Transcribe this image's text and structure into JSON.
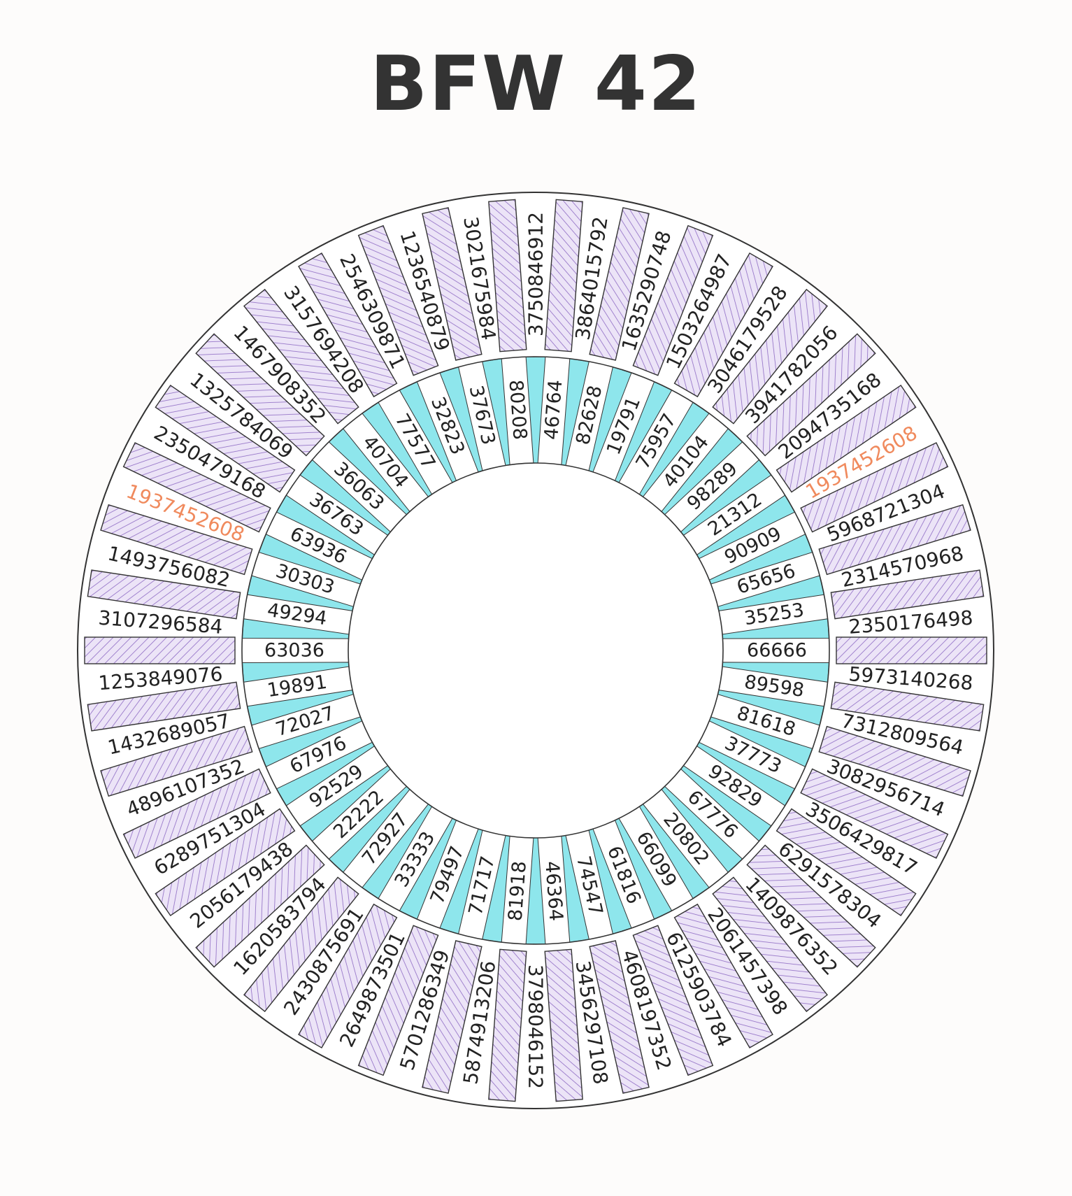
{
  "title": "BFW 42",
  "colors": {
    "hatch": "#8e6bc4",
    "hatch_bg": "#ece4f7",
    "inner_wedge": "#8ee6ec",
    "line": "#333333",
    "text": "#222222",
    "highlight": "#f08a5d"
  },
  "outer_ring": [
    {
      "text": "3750846912",
      "highlight": false
    },
    {
      "text": "3864015792",
      "highlight": false
    },
    {
      "text": "1635290748",
      "highlight": false
    },
    {
      "text": "1503264987",
      "highlight": false
    },
    {
      "text": "3046179528",
      "highlight": false
    },
    {
      "text": "3941782056",
      "highlight": false
    },
    {
      "text": "2094735168",
      "highlight": false
    },
    {
      "text": "1937452608",
      "highlight": true
    },
    {
      "text": "5968721304",
      "highlight": false
    },
    {
      "text": "2314570968",
      "highlight": false
    },
    {
      "text": "2350176498",
      "highlight": false
    },
    {
      "text": "5973140268",
      "highlight": false
    },
    {
      "text": "7312809564",
      "highlight": false
    },
    {
      "text": "3082956714",
      "highlight": false
    },
    {
      "text": "3506429817",
      "highlight": false
    },
    {
      "text": "6291578304",
      "highlight": false
    },
    {
      "text": "1409876352",
      "highlight": false
    },
    {
      "text": "2061457398",
      "highlight": false
    },
    {
      "text": "6125903784",
      "highlight": false
    },
    {
      "text": "4608197352",
      "highlight": false
    },
    {
      "text": "3456297108",
      "highlight": false
    },
    {
      "text": "3798046152",
      "highlight": false
    },
    {
      "text": "5874913206",
      "highlight": false
    },
    {
      "text": "5701286349",
      "highlight": false
    },
    {
      "text": "2649873501",
      "highlight": false
    },
    {
      "text": "2430875691",
      "highlight": false
    },
    {
      "text": "1620583794",
      "highlight": false
    },
    {
      "text": "2056179438",
      "highlight": false
    },
    {
      "text": "6289751304",
      "highlight": false
    },
    {
      "text": "4896107352",
      "highlight": false
    },
    {
      "text": "1432689057",
      "highlight": false
    },
    {
      "text": "1253849076",
      "highlight": false
    },
    {
      "text": "3107296584",
      "highlight": false
    },
    {
      "text": "1493756082",
      "highlight": false
    },
    {
      "text": "1937452608",
      "highlight": true
    },
    {
      "text": "2350479168",
      "highlight": false
    },
    {
      "text": "1325784069",
      "highlight": false
    },
    {
      "text": "1467908352",
      "highlight": false
    },
    {
      "text": "3157694208",
      "highlight": false
    },
    {
      "text": "2546309871",
      "highlight": false
    },
    {
      "text": "1236540879",
      "highlight": false
    },
    {
      "text": "3021675984",
      "highlight": false
    }
  ],
  "inner_ring": [
    "46764",
    "82628",
    "19791",
    "75957",
    "40104",
    "98289",
    "21312",
    "90909",
    "65656",
    "35253",
    "66666",
    "89598",
    "81618",
    "37773",
    "92829",
    "67776",
    "20802",
    "66099",
    "61816",
    "74547",
    "46364",
    "81918",
    "71717",
    "79497",
    "33333",
    "72927",
    "22222",
    "92529",
    "67976",
    "72027",
    "19891",
    "63036",
    "49294",
    "30303",
    "63936",
    "36763",
    "36063",
    "40704",
    "77577",
    "32823",
    "37673",
    "80208"
  ]
}
